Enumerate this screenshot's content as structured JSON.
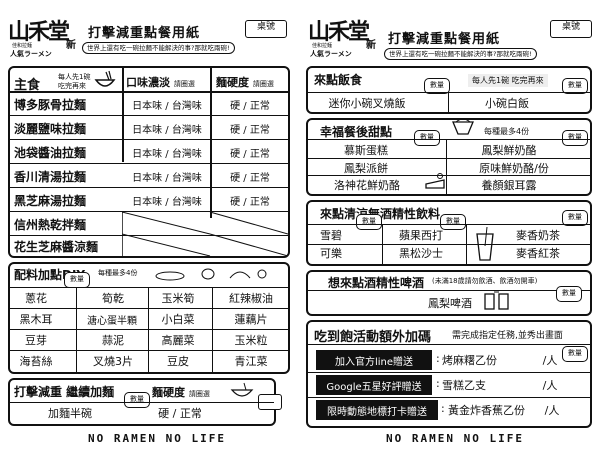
{
  "left": {
    "logo_main": "山禾堂",
    "logo_sub": "新",
    "logo_small": "人氣ラーメン",
    "logo_brand": "佳和拉麵",
    "title": "打擊減重點餐用紙",
    "slogan": "世界上還有吃一碗拉麵不能解決的事?那就吃兩碗!",
    "ticket": "桌號",
    "main": {
      "header": "主食",
      "header_note": "每人先1碗",
      "header_note2": "吃完再來",
      "flavor_header": "口味濃淡",
      "flavor_note": "請圈選",
      "hard_header": "麵硬度",
      "hard_note": "請圈選",
      "items": [
        {
          "name": "博多豚骨拉麵",
          "flavor": "日本味 / 台灣味",
          "hard": "硬 / 正常"
        },
        {
          "name": "淡麗鹽味拉麵",
          "flavor": "日本味 / 台灣味",
          "hard": "硬 / 正常"
        },
        {
          "name": "池袋醬油拉麵",
          "flavor": "日本味 / 台灣味",
          "hard": "硬 / 正常"
        },
        {
          "name": "香川清湯拉麵",
          "flavor": "日本味 / 台灣味",
          "hard": "硬 / 正常"
        },
        {
          "name": "黑芝麻湯拉麵",
          "flavor": "日本味 / 台灣味",
          "hard": "硬 / 正常"
        },
        {
          "name": "信州熱乾拌麵",
          "flavor": "",
          "hard": ""
        },
        {
          "name": "花生芝麻醬涼麵",
          "flavor": "",
          "hard": ""
        }
      ]
    },
    "diy": {
      "header": "配料加點DIY",
      "note": "每種最多4份",
      "qty": "數量",
      "rows": [
        [
          "蔥花",
          "筍乾",
          "玉米筍",
          "紅辣椒油"
        ],
        [
          "黑木耳",
          "溏心蛋半顆",
          "小白菜",
          "蓮藕片"
        ],
        [
          "豆芽",
          "蒜泥",
          "高麗菜",
          "玉米粒"
        ],
        [
          "海苔絲",
          "叉燒3片",
          "豆皮",
          "青江菜"
        ]
      ]
    },
    "refill": {
      "header": "打擊減重 繼續加麵",
      "hard_header": "麵硬度",
      "hard_note": "請圈選",
      "qty": "數量",
      "item": "加麵半碗",
      "hard": "硬 / 正常"
    },
    "footer": "NO RAMEN NO LIFE"
  },
  "right": {
    "logo_main": "山禾堂",
    "logo_sub": "新",
    "logo_small": "人氣ラーメン",
    "logo_brand": "佳和拉麵",
    "title": "打擊減重點餐用紙",
    "slogan": "世界上還有吃一碗拉麵不能解決的事?那就吃兩碗!",
    "ticket": "桌號",
    "rice": {
      "header": "來點飯食",
      "note": "每人先1碗 吃完再來",
      "qty": "數量",
      "items": [
        "迷你小碗叉燒飯",
        "小碗白飯"
      ]
    },
    "dessert": {
      "header": "幸福餐後甜點",
      "note": "每種最多4份",
      "qty": "數量",
      "items": [
        [
          "慕斯蛋糕",
          "鳳梨鮮奶酪"
        ],
        [
          "鳳梨派餅",
          "原味鮮奶酪/份"
        ],
        [
          "洛神花鮮奶酪",
          "養顏銀耳露"
        ]
      ]
    },
    "drinks": {
      "header": "來點清涼無酒精性飲料",
      "qty": "數量",
      "items": [
        [
          "雪碧",
          "蘋果西打",
          "麥香奶茶"
        ],
        [
          "可樂",
          "黑松沙士",
          "麥香紅茶"
        ]
      ]
    },
    "beer": {
      "header": "想來點酒精性啤酒",
      "note": "(未滿18歲請勿飲酒、飲酒勿開車)",
      "qty": "數量",
      "item": "鳳梨啤酒"
    },
    "promo": {
      "header": "吃到飽活動額外加碼",
      "note": "需完成指定任務,並秀出畫面",
      "qty": "數量",
      "rows": [
        {
          "task": "加入官方line贈送",
          "gift": "烤麻糬乙份",
          "unit": "/人"
        },
        {
          "task": "Google五星好評贈送",
          "gift": "雪糕乙支",
          "unit": "/人"
        },
        {
          "task": "限時動態地標打卡贈送",
          "gift": "黃金炸香蕉乙份",
          "unit": "/人"
        }
      ]
    },
    "footer": "NO RAMEN NO LIFE"
  }
}
